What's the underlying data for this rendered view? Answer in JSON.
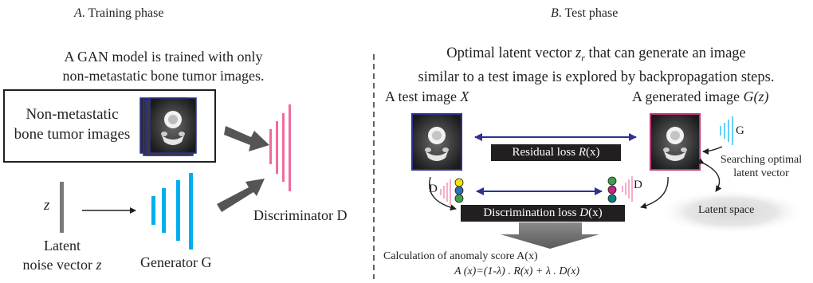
{
  "training": {
    "heading_letter": "A",
    "heading_text": ". Training phase",
    "description_line1": "A GAN model is trained with only",
    "description_line2": "non-metastatic bone tumor images.",
    "dataset_label_line1": "Non-metastatic",
    "dataset_label_line2": "bone tumor images",
    "latent_symbol": "z",
    "latent_caption_line1": "Latent",
    "latent_caption_line2": "noise vector",
    "latent_caption_symbol": "z",
    "generator_label": "Generator G",
    "discriminator_label": "Discriminator D"
  },
  "test": {
    "heading_letter": "B",
    "heading_text": ". Test phase",
    "description_line1_pre": "Optimal latent vector",
    "description_line1_sym": "z",
    "description_line1_sub": "r",
    "description_line1_post": "that can generate an image",
    "description_line2": "similar to a test image is explored by backpropagation steps.",
    "test_image_label": "A test image",
    "test_image_symbol": "X",
    "generated_image_label": "A generated image",
    "generated_image_symbol": "G(z)",
    "residual_loss_label": "Residual loss",
    "residual_loss_symbol": "R",
    "residual_loss_arg": "(x)",
    "discrimination_loss_label": "Discrimination loss",
    "discrimination_loss_symbol": "D",
    "discrimination_loss_arg": "(x)",
    "d_label_left": "D",
    "d_label_right": "D",
    "g_label": "G",
    "search_line1": "Searching optimal",
    "search_line2": "latent vector",
    "latent_space_label": "Latent space",
    "anomaly_caption": "Calculation of anomaly score A(x)",
    "formula": "A (x)=(1-λ) . R(x) + λ . D(x)"
  },
  "colors": {
    "frame_blue": "#2e3192",
    "frame_magenta": "#c0357a",
    "generator_cyan": "#00aeef",
    "discriminator_pink": "#f06ba1",
    "arrow_gray": "#555555",
    "arrow_purple": "#2e3192",
    "loss_box": "#231f20",
    "dot_yellow": "#f2e600",
    "dot_green": "#3aa14a",
    "dot_blue": "#2e6fb5",
    "dot_magenta": "#c0267a",
    "dot_teal": "#00837c"
  }
}
